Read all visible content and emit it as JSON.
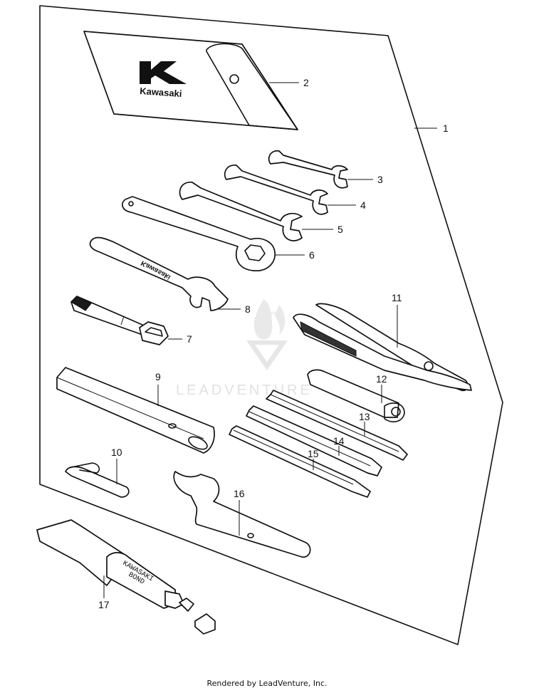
{
  "diagram": {
    "callouts": [
      {
        "number": "1",
        "part": "kit-outline"
      },
      {
        "number": "2",
        "part": "tool-pouch"
      },
      {
        "number": "3",
        "part": "open-end-wrench-small"
      },
      {
        "number": "4",
        "part": "open-end-wrench-medium"
      },
      {
        "number": "5",
        "part": "open-end-wrench-large"
      },
      {
        "number": "6",
        "part": "box-wrench"
      },
      {
        "number": "7",
        "part": "socket-wrench"
      },
      {
        "number": "8",
        "part": "kawasaki-wrench"
      },
      {
        "number": "9",
        "part": "handle-bar"
      },
      {
        "number": "10",
        "part": "screwdriver-holder"
      },
      {
        "number": "11",
        "part": "pliers"
      },
      {
        "number": "12",
        "part": "screwdriver-grip"
      },
      {
        "number": "13",
        "part": "phillips-driver"
      },
      {
        "number": "14",
        "part": "phillips-driver-2"
      },
      {
        "number": "15",
        "part": "flat-driver"
      },
      {
        "number": "16",
        "part": "hook-wrench"
      },
      {
        "number": "17",
        "part": "bond-tube"
      }
    ],
    "pouch_logo_text": "Kawasaki",
    "wrench_brand_text": "Kawasaki",
    "tube_label_line1": "KAWASAKI",
    "tube_label_line2": "BOND",
    "watermark_text": "LEADVENTURE"
  },
  "footer": {
    "text": "Rendered by LeadVenture, Inc."
  }
}
